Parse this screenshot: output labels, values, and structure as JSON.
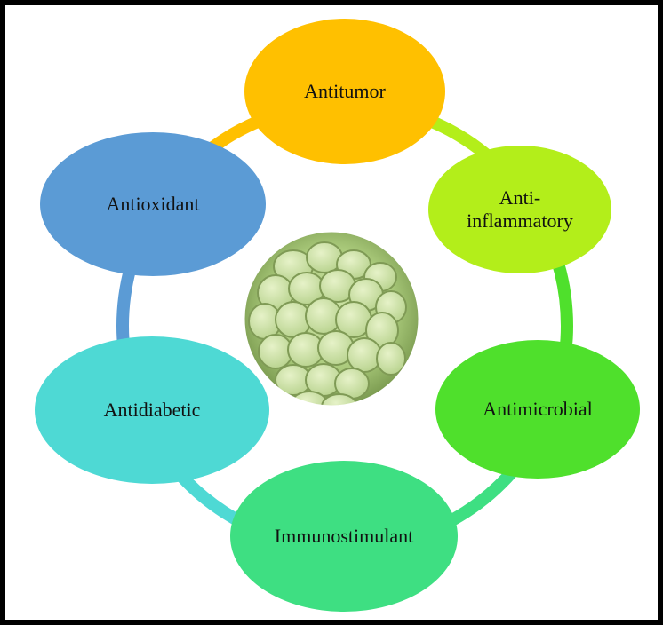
{
  "diagram": {
    "center": {
      "image": "custard-apple-fruit"
    },
    "nodes": [
      {
        "id": "antitumor",
        "lines": [
          "Antitumor"
        ],
        "color": "#FFC000"
      },
      {
        "id": "anti-inflammatory",
        "lines": [
          "Anti-",
          "inflammatory"
        ],
        "color": "#B3EE1A"
      },
      {
        "id": "antimicrobial",
        "lines": [
          "Antimicrobial"
        ],
        "color": "#4FE02C"
      },
      {
        "id": "immunostimulant",
        "lines": [
          "Immunostimulant"
        ],
        "color": "#3EDF82"
      },
      {
        "id": "antidiabetic",
        "lines": [
          "Antidiabetic"
        ],
        "color": "#4ED9D4"
      },
      {
        "id": "antioxidant",
        "lines": [
          "Antioxidant"
        ],
        "color": "#5B9BD5"
      }
    ]
  }
}
